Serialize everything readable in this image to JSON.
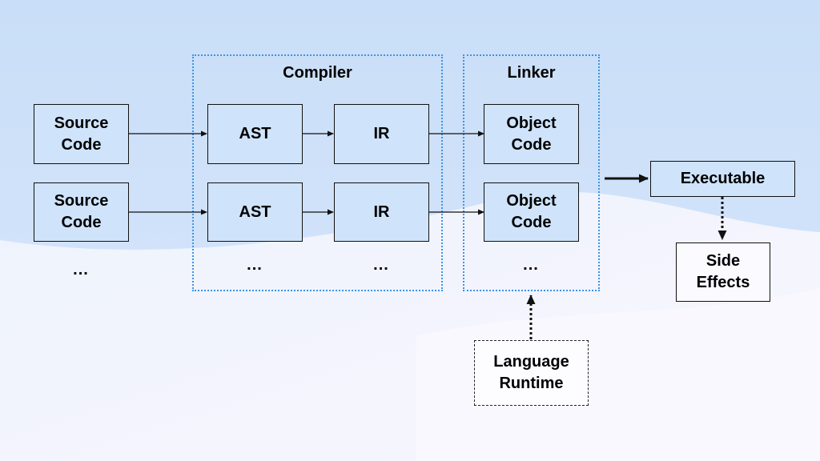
{
  "diagram": {
    "source_1": "Source\nCode",
    "source_2": "Source\nCode",
    "source_more": "...",
    "compiler_title": "Compiler",
    "ast_1": "AST",
    "ast_2": "AST",
    "ast_more": "...",
    "ir_1": "IR",
    "ir_2": "IR",
    "ir_more": "...",
    "linker_title": "Linker",
    "object_1": "Object\nCode",
    "object_2": "Object\nCode",
    "object_more": "...",
    "executable": "Executable",
    "side_effects": "Side\nEffects",
    "language_runtime": "Language\nRuntime"
  },
  "colors": {
    "group_border": "#3d93e6",
    "box_fill_blue": "#cfe3fb",
    "box_fill_light": "#fbfaff",
    "stroke": "#111111"
  }
}
